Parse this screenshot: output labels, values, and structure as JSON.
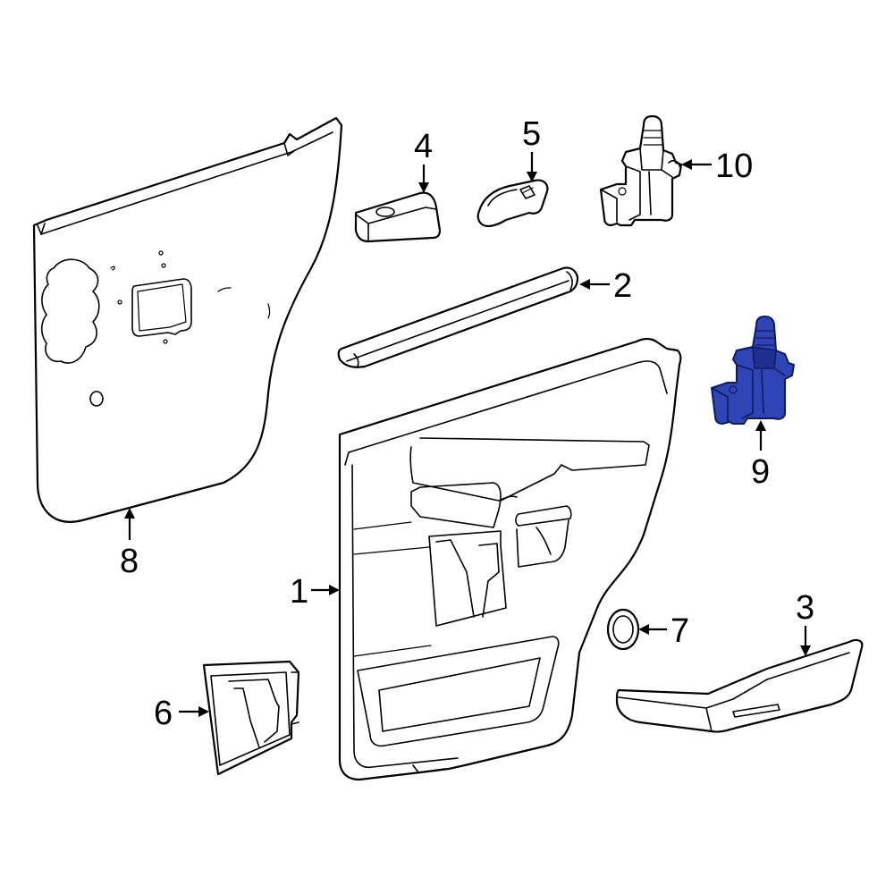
{
  "diagram": {
    "callouts": [
      {
        "id": "1",
        "label": "1"
      },
      {
        "id": "2",
        "label": "2"
      },
      {
        "id": "3",
        "label": "3"
      },
      {
        "id": "4",
        "label": "4"
      },
      {
        "id": "5",
        "label": "5"
      },
      {
        "id": "6",
        "label": "6"
      },
      {
        "id": "7",
        "label": "7"
      },
      {
        "id": "8",
        "label": "8"
      },
      {
        "id": "9",
        "label": "9"
      },
      {
        "id": "10",
        "label": "10"
      }
    ],
    "highlighted_part": "9",
    "colors": {
      "highlight": "#2f45b5",
      "outline": "#000000",
      "background": "#ffffff"
    }
  }
}
